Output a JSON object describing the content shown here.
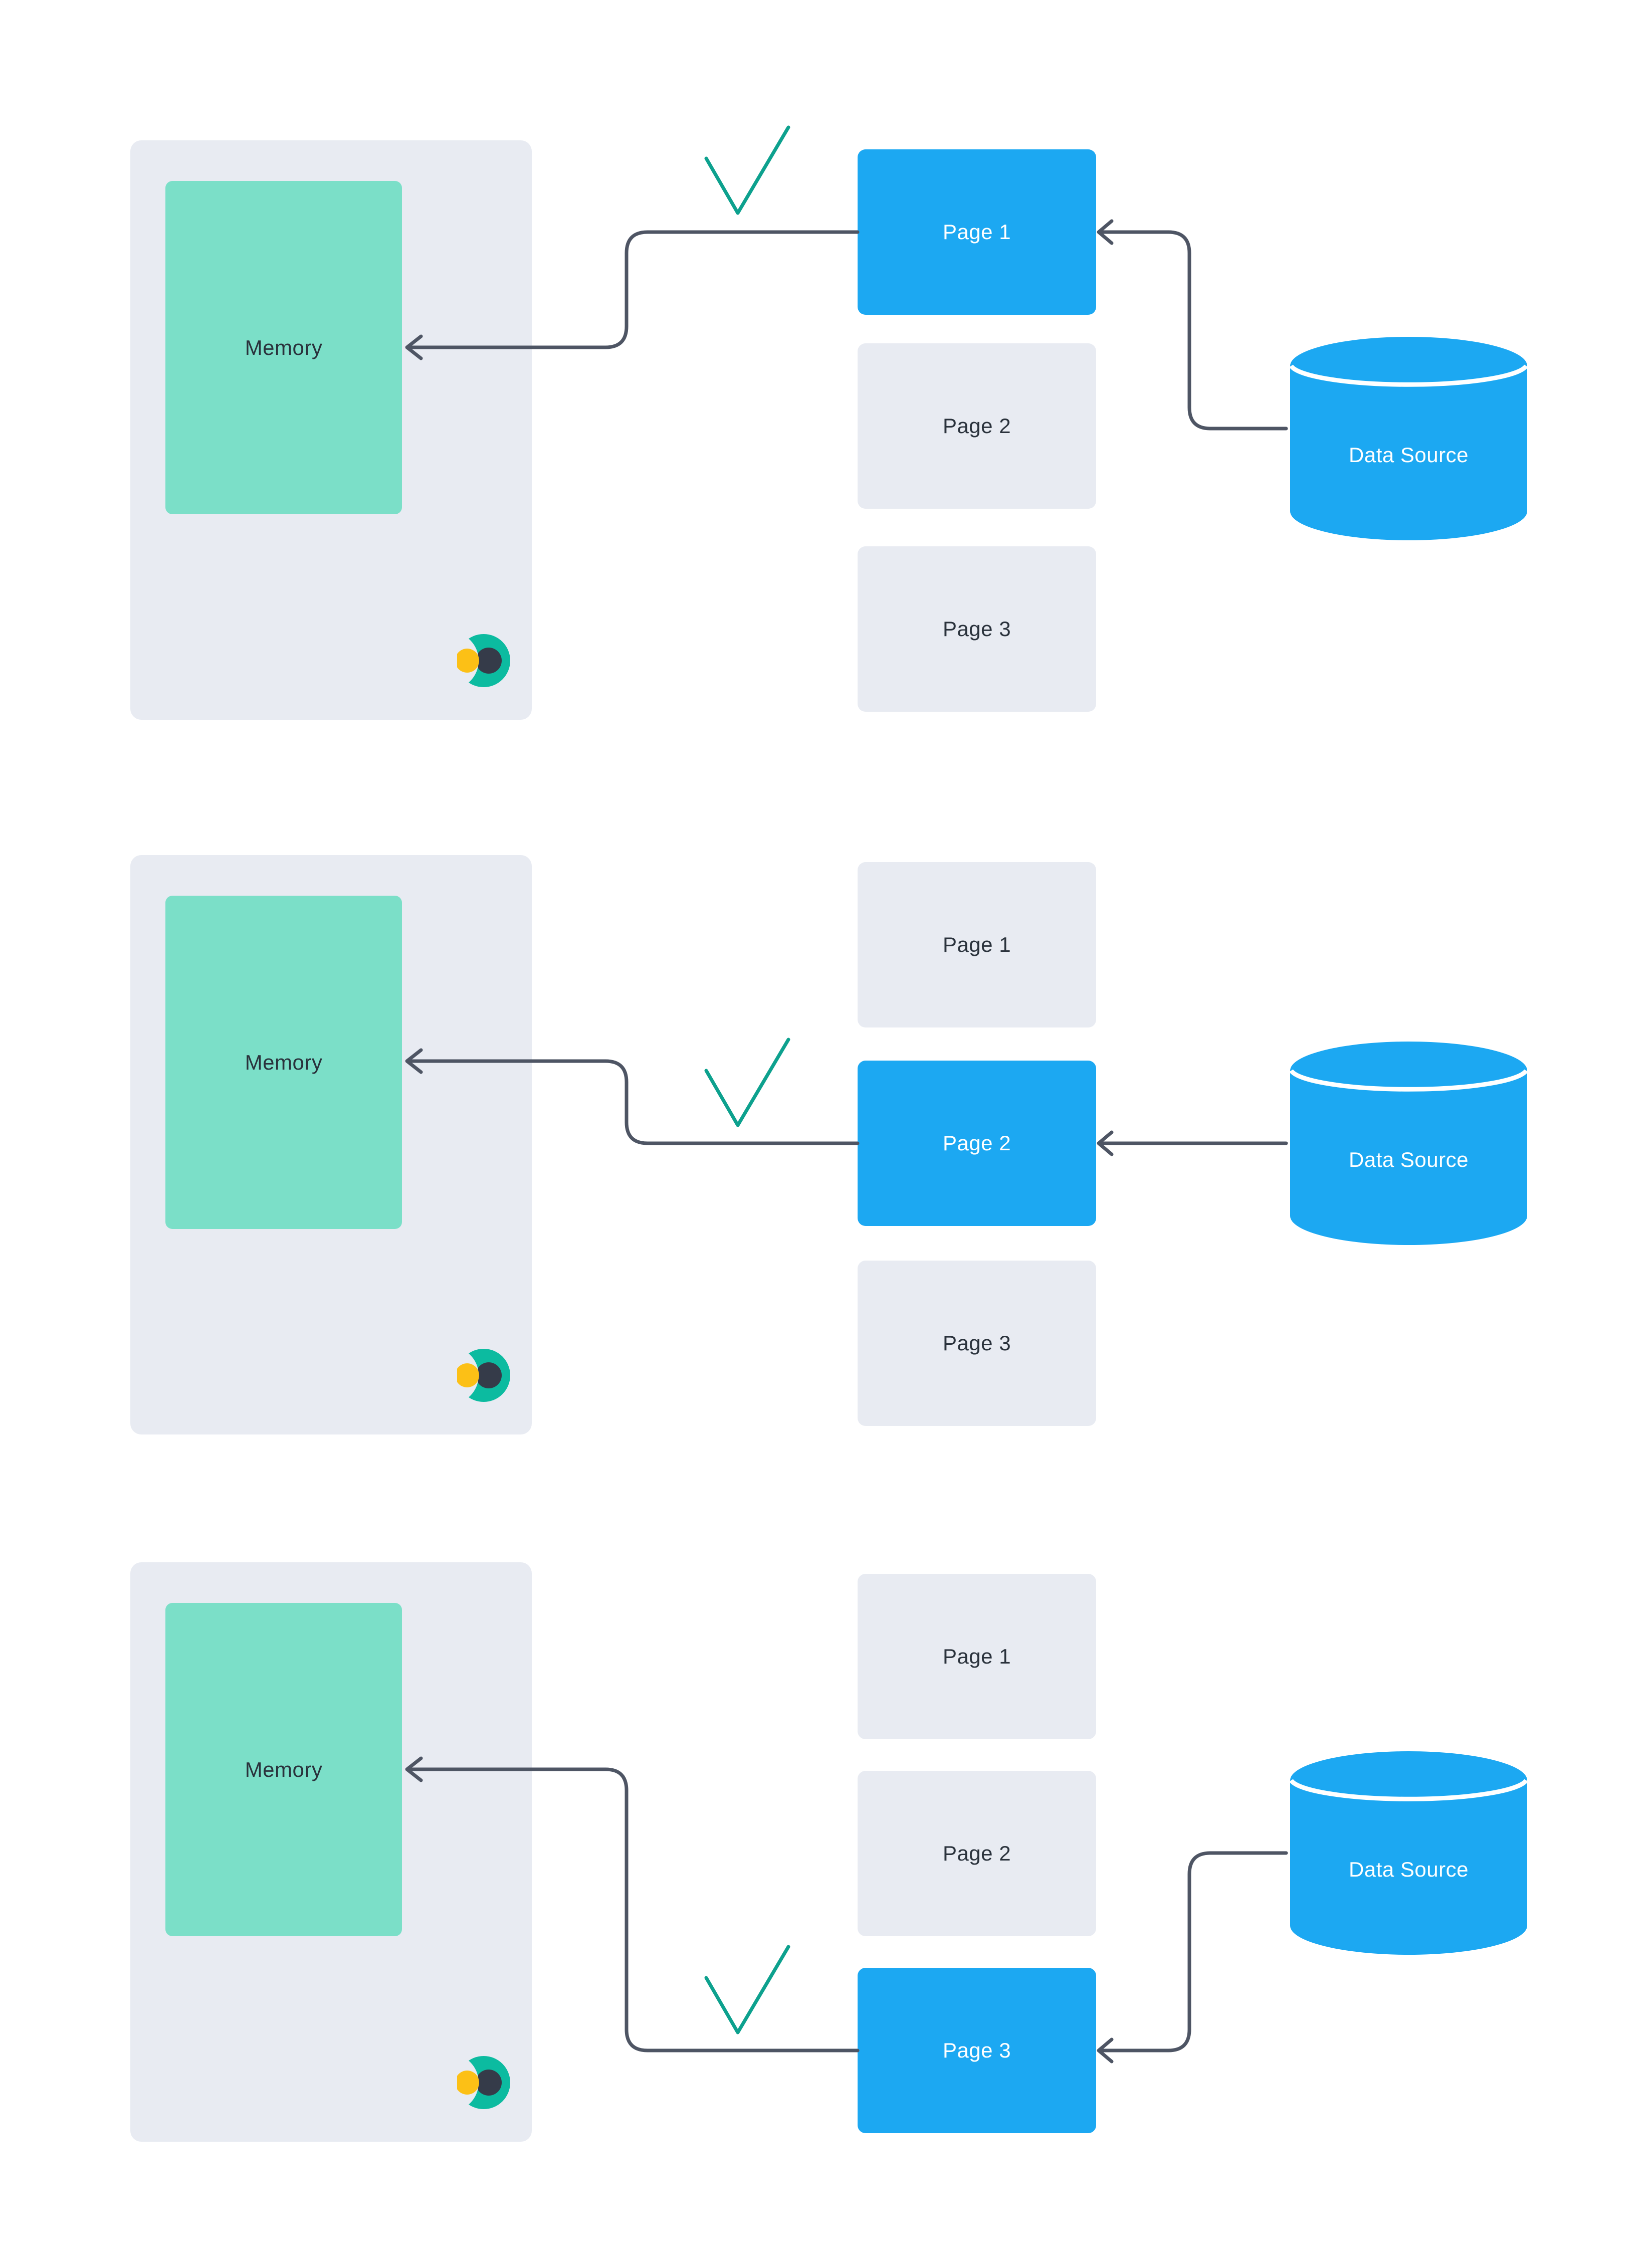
{
  "colors": {
    "blue": "#1CA8F2",
    "panel-gray": "#E8EBF2",
    "memory-teal": "#7BDFC8",
    "arrow": "#4E5564",
    "check": "#0DA18E",
    "ink": "#2A323C",
    "text-on-blue": "#FFFFFF",
    "logo-teal": "#0CBBA0",
    "logo-dark": "#353B49",
    "logo-yellow": "#FCC016",
    "canvas-bg": "#FFFFFF"
  },
  "icons": {
    "logo": "logrocket-logo-icon",
    "checkmark": "checkmark-icon",
    "datasource": "database-cylinder-icon",
    "connector": "left-arrow-connector"
  },
  "rows": [
    {
      "memory_label": "Memory",
      "datasource_label": "Data Source",
      "active_page": 0,
      "pages": [
        {
          "label": "Page 1",
          "active": true
        },
        {
          "label": "Page 2",
          "active": false
        },
        {
          "label": "Page 3",
          "active": false
        }
      ]
    },
    {
      "memory_label": "Memory",
      "datasource_label": "Data Source",
      "active_page": 1,
      "pages": [
        {
          "label": "Page 1",
          "active": false
        },
        {
          "label": "Page 2",
          "active": true
        },
        {
          "label": "Page 3",
          "active": false
        }
      ]
    },
    {
      "memory_label": "Memory",
      "datasource_label": "Data Source",
      "active_page": 2,
      "pages": [
        {
          "label": "Page 1",
          "active": false
        },
        {
          "label": "Page 2",
          "active": false
        },
        {
          "label": "Page 3",
          "active": true
        }
      ]
    }
  ]
}
